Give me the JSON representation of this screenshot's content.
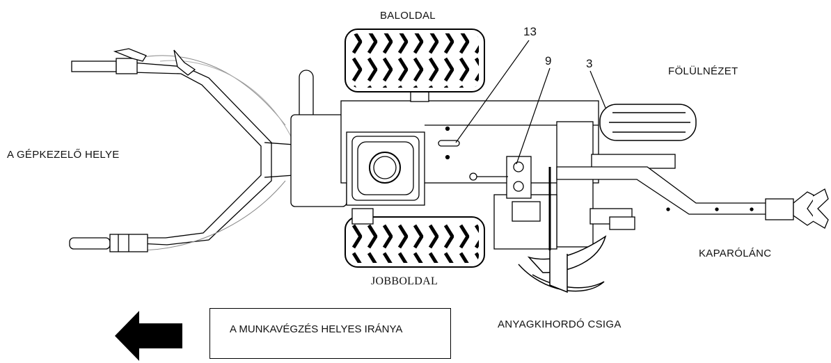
{
  "labels": {
    "left_side": "BALOLDAL",
    "right_side": "JOBBOLDAL",
    "top_view": "FÖLÜLNÉZET",
    "operator_position": "A GÉPKEZELŐ HELYE",
    "scraper_chain": "KAPARÓLÁNC",
    "discharge_auger": "ANYAGKIHORDÓ CSIGA"
  },
  "callouts": {
    "c13": "13",
    "c9": "9",
    "c3": "3"
  },
  "direction": {
    "text": "A MUNKAVÉGZÉS HELYES IRÁNYA"
  }
}
